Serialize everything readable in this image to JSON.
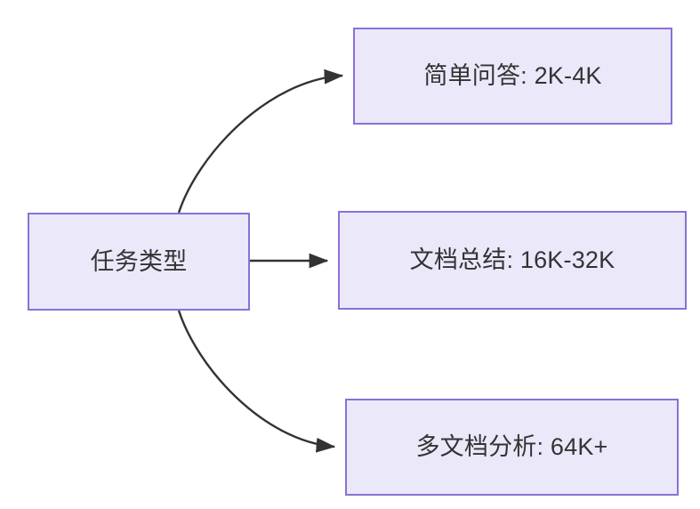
{
  "diagram": {
    "type": "flowchart",
    "direction": "left-to-right",
    "background_color": "#ffffff",
    "node_fill_color": "#ebe8fa",
    "node_border_color": "#8a70d6",
    "node_text_color": "#333333",
    "edge_color": "#333333",
    "nodes": [
      {
        "id": "root",
        "label": "任务类型"
      },
      {
        "id": "simple_qa",
        "label": "简单问答: 2K-4K"
      },
      {
        "id": "doc_summary",
        "label": "文档总结: 16K-32K"
      },
      {
        "id": "multi_doc",
        "label": "多文档分析: 64K+"
      }
    ],
    "edges": [
      {
        "from": "root",
        "to": "simple_qa",
        "style": "curved",
        "arrowhead": "triangle"
      },
      {
        "from": "root",
        "to": "doc_summary",
        "style": "straight",
        "arrowhead": "triangle"
      },
      {
        "from": "root",
        "to": "multi_doc",
        "style": "curved",
        "arrowhead": "triangle"
      }
    ]
  }
}
